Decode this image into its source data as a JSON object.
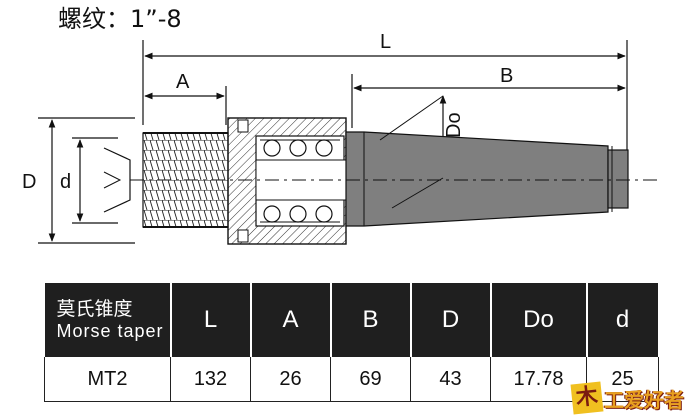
{
  "title": "螺纹：1”-8",
  "dimension_labels": {
    "L": "L",
    "A": "A",
    "B": "B",
    "Do": "Do",
    "D": "D",
    "d": "d"
  },
  "table": {
    "header_first_cn": "莫氏锥度",
    "header_first_en": "Morse taper",
    "headers": [
      "L",
      "A",
      "B",
      "D",
      "Do",
      "d"
    ],
    "row": [
      "MT2",
      "132",
      "26",
      "69",
      "43",
      "17.78",
      "25"
    ]
  },
  "logo": {
    "text": "木工爱好者"
  },
  "colors": {
    "line": "#111111",
    "header_bg": "#1f1f1f",
    "body": "#7f7f7f",
    "logo_yellow": "#f0c020"
  }
}
